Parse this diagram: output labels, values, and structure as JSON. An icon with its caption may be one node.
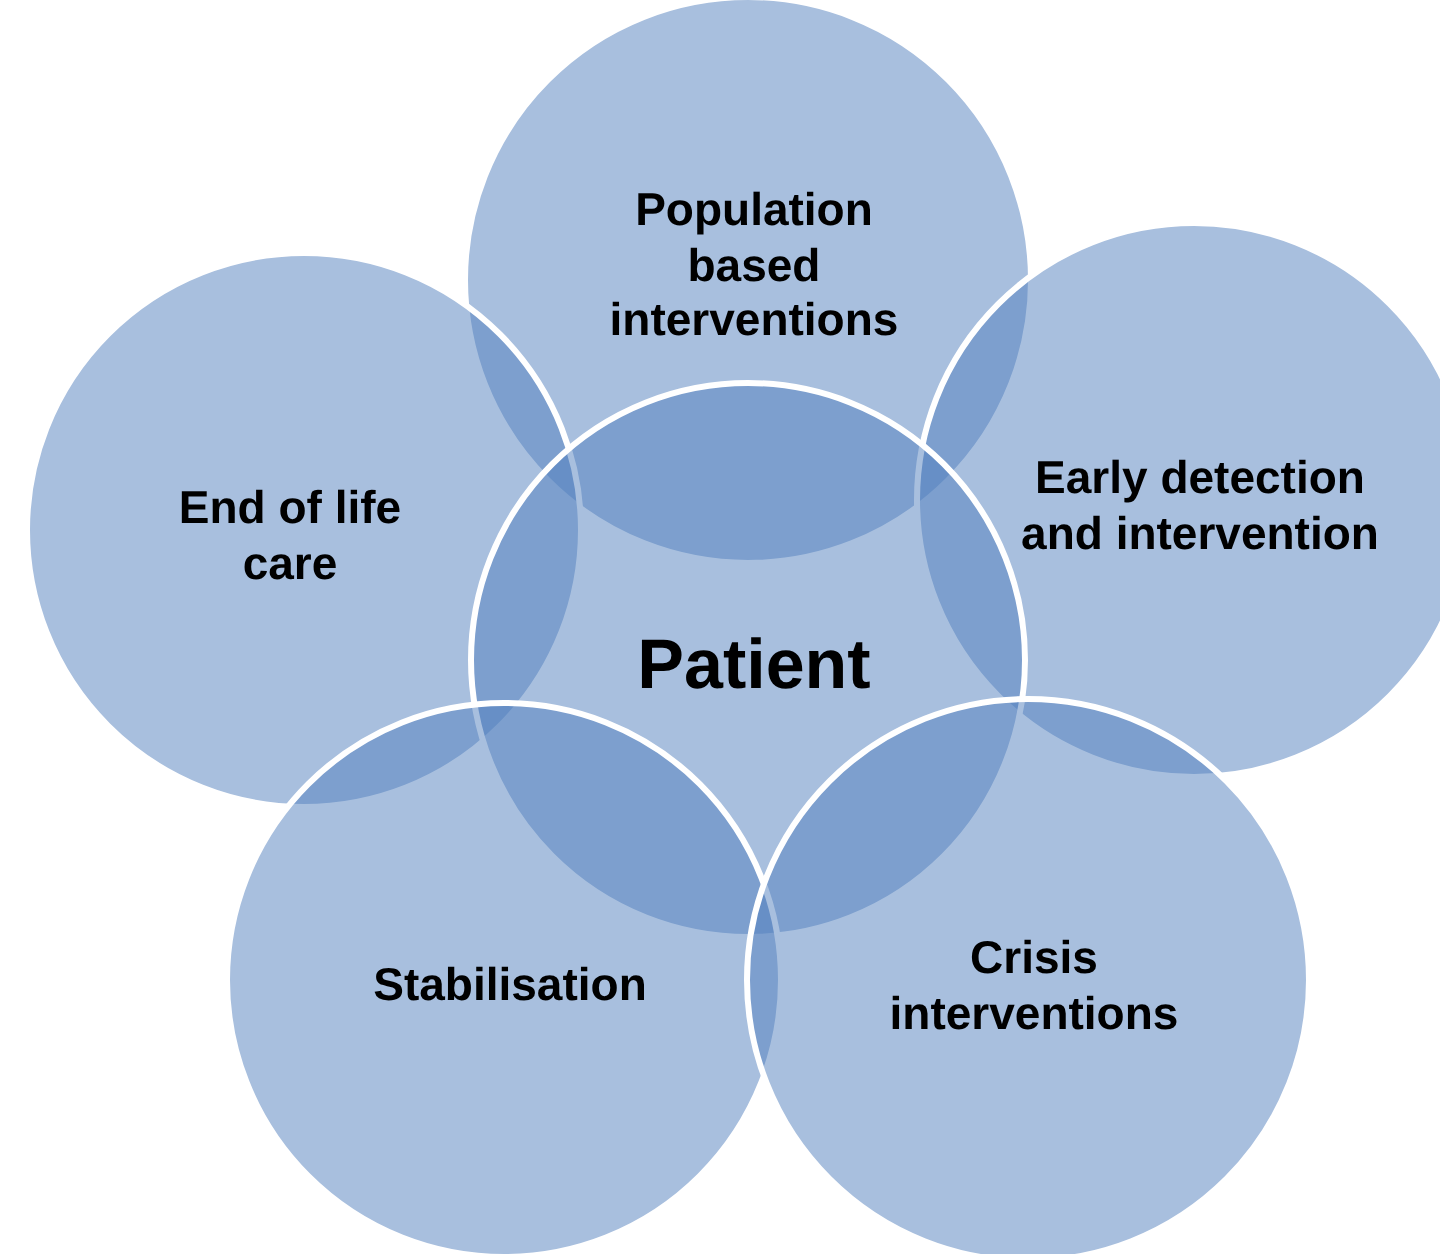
{
  "diagram": {
    "nodes": [
      {
        "text": [
          "Population based interventions"
        ]
      },
      {
        "text": [
          "End of life care"
        ]
      },
      {
        "text": [
          "Early detection and intervention"
        ]
      },
      {
        "text": [
          "Patient"
        ]
      },
      {
        "text": [
          "Stabilisation"
        ]
      },
      {
        "text": [
          "Crisis interventions"
        ]
      }
    ],
    "edges": []
  }
}
